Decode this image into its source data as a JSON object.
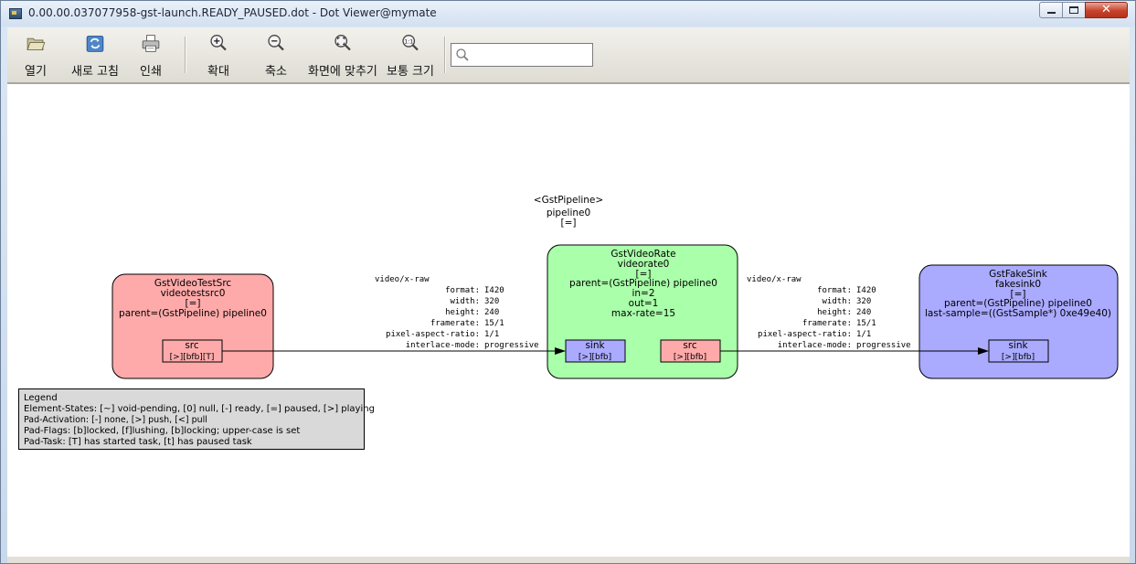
{
  "window": {
    "title": "0.00.00.037077958-gst-launch.READY_PAUSED.dot - Dot Viewer@mymate",
    "close_glyph": "✕"
  },
  "toolbar": {
    "open_label": "열기",
    "refresh_label": "새로 고침",
    "print_label": "인쇄",
    "zoom_in_label": "확대",
    "zoom_out_label": "축소",
    "fit_label": "화면에 맞추기",
    "normal_size_label": "보통 크기",
    "search_value": "",
    "search_placeholder": ""
  },
  "graph": {
    "pipeline": {
      "type": "<GstPipeline>",
      "name": "pipeline0",
      "state": "[=]"
    },
    "nodes": {
      "videotestsrc": {
        "type": "GstVideoTestSrc",
        "name": "videotestsrc0",
        "state": "[=]",
        "parent": "parent=(GstPipeline) pipeline0",
        "pad_src_name": "src",
        "pad_src_flags": "[>][bfb][T]",
        "color": "#ffaaaa"
      },
      "videorate": {
        "type": "GstVideoRate",
        "name": "videorate0",
        "state": "[=]",
        "parent": "parent=(GstPipeline) pipeline0",
        "in": "in=2",
        "out": "out=1",
        "max_rate": "max-rate=15",
        "pad_sink_name": "sink",
        "pad_sink_flags": "[>][bfb]",
        "pad_src_name": "src",
        "pad_src_flags": "[>][bfb]",
        "color": "#aaffaa"
      },
      "fakesink": {
        "type": "GstFakeSink",
        "name": "fakesink0",
        "state": "[=]",
        "parent": "parent=(GstPipeline) pipeline0",
        "last_sample": "last-sample=((GstSample*) 0xe49e40)",
        "pad_sink_name": "sink",
        "pad_sink_flags": "[>][bfb]",
        "color": "#aaaaff"
      }
    },
    "edge1": {
      "caps": "video/x-raw",
      "keys": [
        "format:",
        "width:",
        "height:",
        "framerate:",
        "pixel-aspect-ratio:",
        "interlace-mode:"
      ],
      "values": [
        "I420",
        "320",
        "240",
        "15/1",
        "1/1",
        "progressive"
      ]
    },
    "edge2": {
      "caps": "video/x-raw",
      "keys": [
        "format:",
        "width:",
        "height:",
        "framerate:",
        "pixel-aspect-ratio:",
        "interlace-mode:"
      ],
      "values": [
        "I420",
        "320",
        "240",
        "15/1",
        "1/1",
        "progressive"
      ]
    },
    "legend": {
      "title": "Legend",
      "line1": "Element-States: [~] void-pending, [0] null, [-] ready, [=] paused, [>] playing",
      "line2": "Pad-Activation: [-] none, [>] push, [<] pull",
      "line3": "Pad-Flags: [b]locked, [f]lushing, [b]locking; upper-case is set",
      "line4": "Pad-Task: [T] has started task, [t] has paused task"
    }
  }
}
